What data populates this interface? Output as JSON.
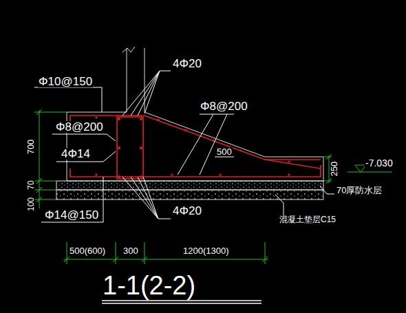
{
  "diagram": {
    "labels": [
      "Φ10@150",
      "4Φ20",
      "Φ8@200",
      "Φ8@200",
      "4Φ14",
      "500",
      "700",
      "70",
      "100",
      "250",
      "-7.030",
      "70厚防水层",
      "Φ14@150",
      "4Φ20",
      "混凝土垫层C15",
      "500(600)",
      "300",
      "1200(1300)",
      "1-1(2-2)"
    ]
  }
}
